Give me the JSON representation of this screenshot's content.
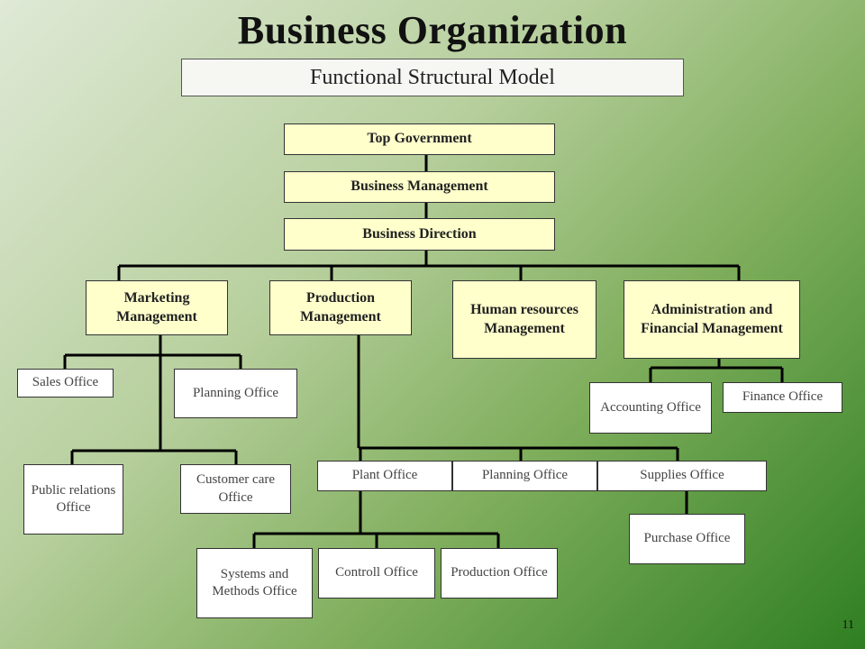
{
  "title": "Business Organization",
  "subtitle": "Functional Structural Model",
  "page_number": "11",
  "nodes": {
    "top_government": "Top Government",
    "business_management": "Business Management",
    "business_direction": "Business Direction",
    "marketing_management": "Marketing Management",
    "production_management": "Production Management",
    "human_resources_management": "Human resources Management",
    "administration_financial_management": "Administration and Financial Management",
    "sales_office": "Sales Office",
    "planning_office_marketing": "Planning Office",
    "public_relations_office": "Public relations Office",
    "customer_care_office": "Customer care Office",
    "plant_office": "Plant Office",
    "planning_office_production": "Planning Office",
    "supplies_office": "Supplies Office",
    "purchase_office": "Purchase Office",
    "systems_methods_office": "Systems and Methods Office",
    "controll_office": "Controll Office",
    "production_office": "Production Office",
    "accounting_office": "Accounting Office",
    "finance_office": "Finance Office"
  },
  "colors": {
    "main_box": "#ffffcc",
    "sub_box": "#ffffff",
    "line": "#000000"
  }
}
